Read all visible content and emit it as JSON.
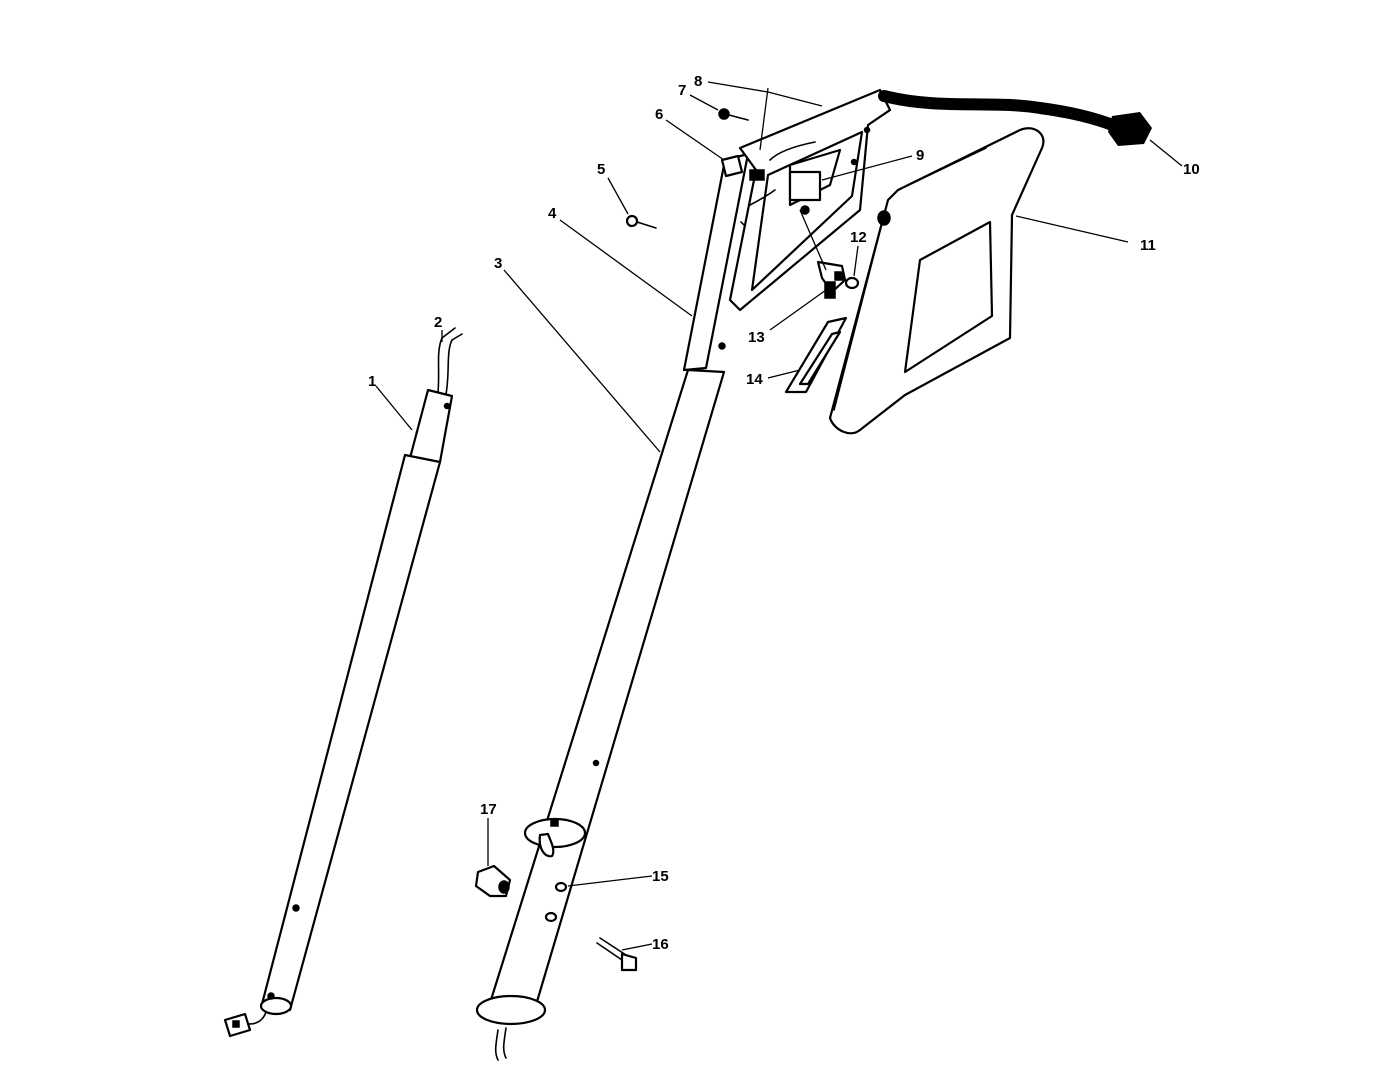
{
  "callouts": [
    {
      "id": "1",
      "text": "1"
    },
    {
      "id": "2",
      "text": "2"
    },
    {
      "id": "3",
      "text": "3"
    },
    {
      "id": "4",
      "text": "4"
    },
    {
      "id": "5",
      "text": "5"
    },
    {
      "id": "6",
      "text": "6"
    },
    {
      "id": "7",
      "text": "7"
    },
    {
      "id": "8",
      "text": "8"
    },
    {
      "id": "9",
      "text": "9"
    },
    {
      "id": "10",
      "text": "10"
    },
    {
      "id": "11",
      "text": "11"
    },
    {
      "id": "12",
      "text": "12"
    },
    {
      "id": "13",
      "text": "13"
    },
    {
      "id": "14",
      "text": "14"
    },
    {
      "id": "15",
      "text": "15"
    },
    {
      "id": "16",
      "text": "16"
    },
    {
      "id": "17",
      "text": "17"
    }
  ],
  "colors": {
    "ink": "#000000",
    "paper": "#ffffff"
  }
}
